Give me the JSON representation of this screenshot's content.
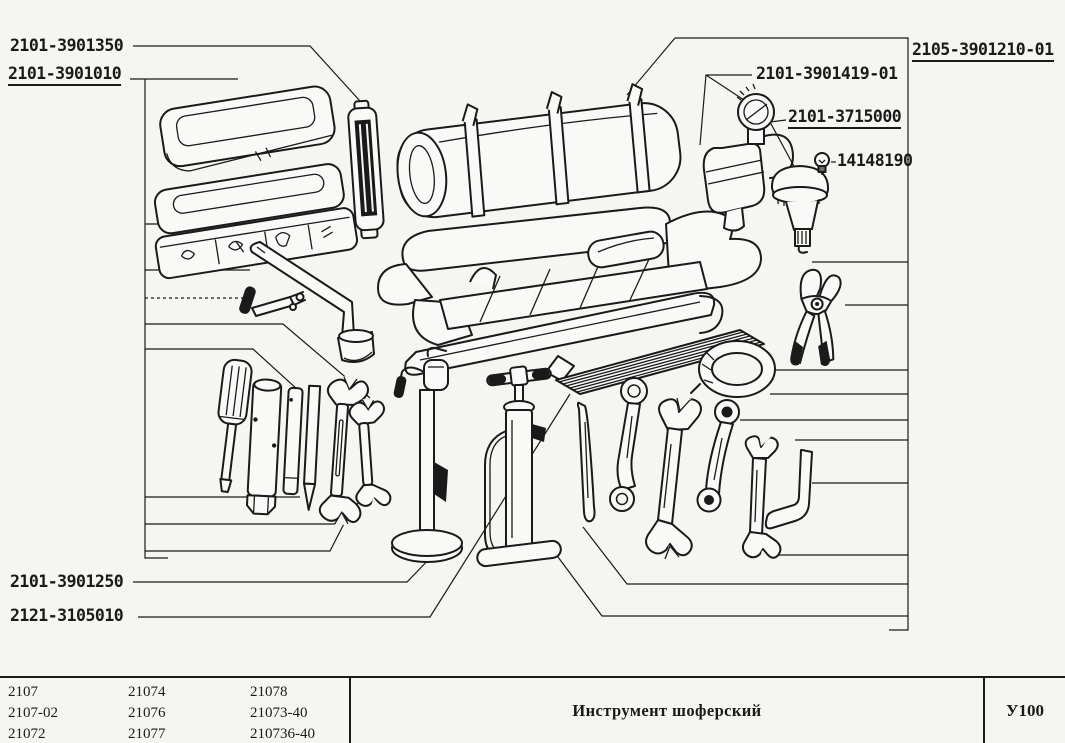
{
  "page": {
    "background": "#f5f5f2",
    "ink": "#1a1a1a"
  },
  "labels": [
    {
      "text": "2101-3901350",
      "underlined": false
    },
    {
      "text": "2101-3901010",
      "underlined": true
    },
    {
      "text": "2105-3901210-01",
      "underlined": true
    },
    {
      "text": "2101-3901419-01",
      "underlined": false
    },
    {
      "text": "2101-3715000",
      "underlined": true
    },
    {
      "text": "14148190",
      "underlined": false
    },
    {
      "text": "2101-3901250",
      "underlined": false
    },
    {
      "text": "2121-3105010",
      "underlined": false
    }
  ],
  "drawing": {
    "tools": [
      "toolbox-closed",
      "toolbox-open",
      "handle-strip",
      "tool-bag-rolled",
      "tool-bag-open",
      "ribbed-support-plate",
      "pressure-gauge-pouch",
      "portable-lamp",
      "small-bulb",
      "pliers",
      "crank-handle",
      "wheel-lug-wrench",
      "screwdriver",
      "spark-plug-socket",
      "extension-tube",
      "drift-punch",
      "open-end-wrench-large",
      "open-end-wrench-small",
      "jack",
      "tire-pump",
      "tire-lever",
      "coiled-hose",
      "box-wrench",
      "double-open-wrench",
      "offset-box-wrench",
      "small-double-wrench",
      "hex-key"
    ]
  },
  "footer": {
    "models": [
      [
        "2107",
        "2107-02",
        "21072"
      ],
      [
        "21074",
        "21076",
        "21077"
      ],
      [
        "21078",
        "21073-40",
        "210736-40"
      ]
    ],
    "title": "Инструмент шоферский",
    "sheet_code": "У100"
  }
}
